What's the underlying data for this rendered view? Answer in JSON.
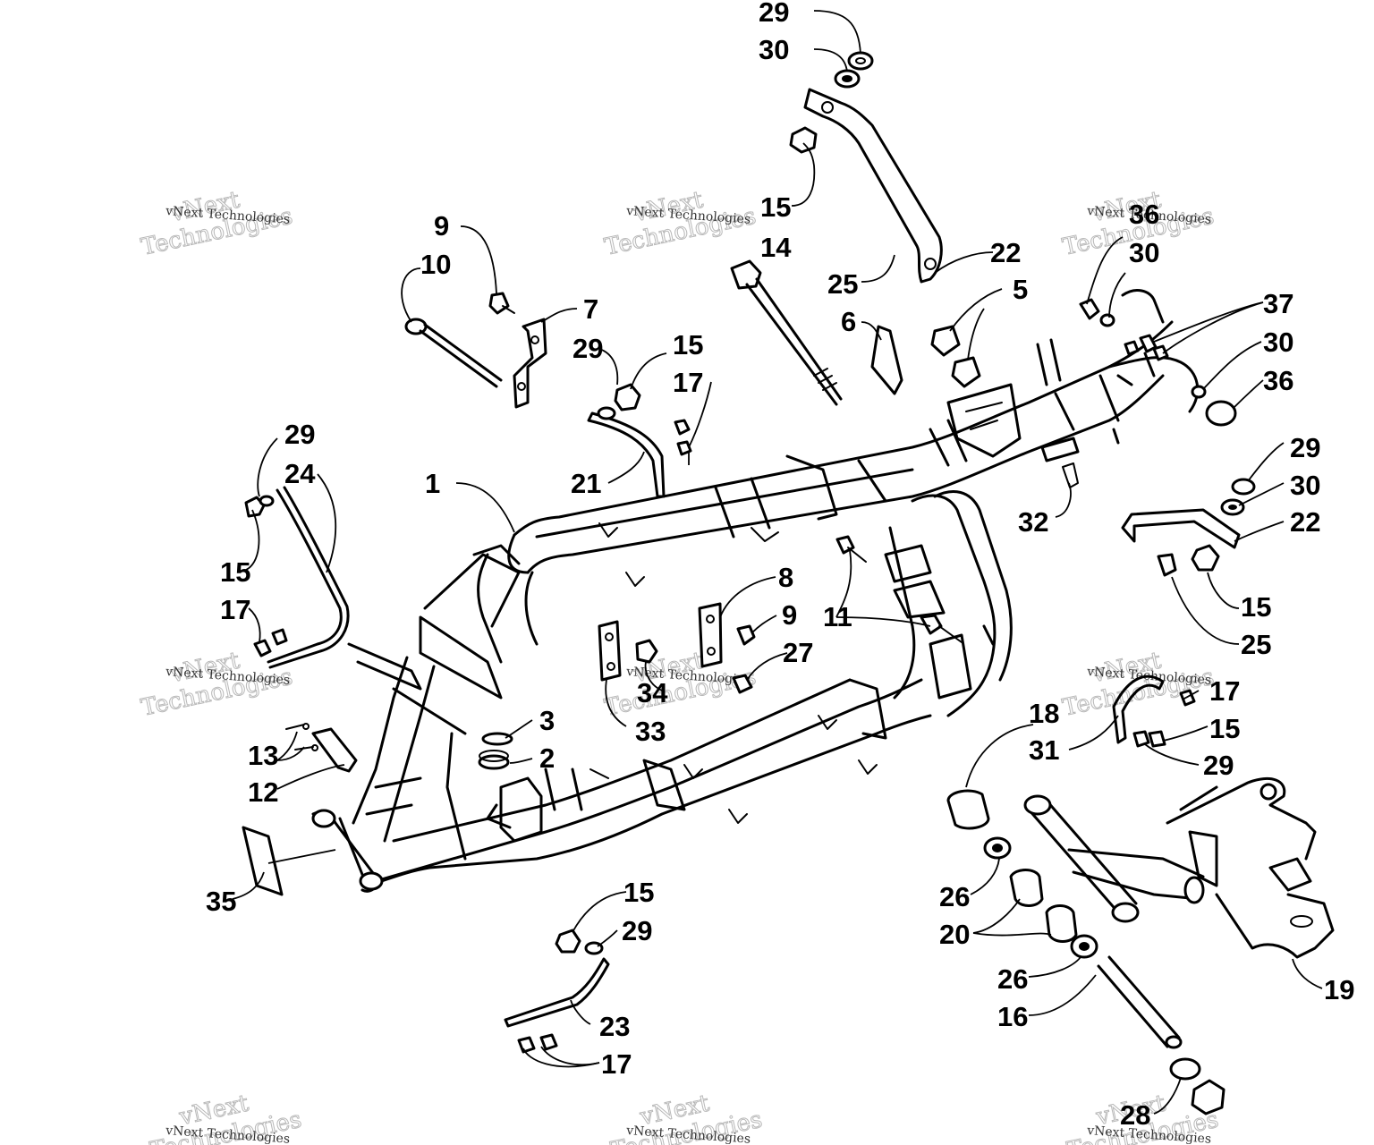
{
  "callouts": [
    {
      "id": "c-29-a",
      "label": "29"
    },
    {
      "id": "c-30-a",
      "label": "30"
    },
    {
      "id": "c-15-a",
      "label": "15"
    },
    {
      "id": "c-14",
      "label": "14"
    },
    {
      "id": "c-22-a",
      "label": "22"
    },
    {
      "id": "c-25-a",
      "label": "25"
    },
    {
      "id": "c-6",
      "label": "6"
    },
    {
      "id": "c-5",
      "label": "5"
    },
    {
      "id": "c-9-a",
      "label": "9"
    },
    {
      "id": "c-10",
      "label": "10"
    },
    {
      "id": "c-7",
      "label": "7"
    },
    {
      "id": "c-29-b",
      "label": "29"
    },
    {
      "id": "c-15-b",
      "label": "15"
    },
    {
      "id": "c-17-a",
      "label": "17"
    },
    {
      "id": "c-21",
      "label": "21"
    },
    {
      "id": "c-1",
      "label": "1"
    },
    {
      "id": "c-29-c",
      "label": "29"
    },
    {
      "id": "c-24",
      "label": "24"
    },
    {
      "id": "c-15-c",
      "label": "15"
    },
    {
      "id": "c-17-b",
      "label": "17"
    },
    {
      "id": "c-36-a",
      "label": "36"
    },
    {
      "id": "c-30-b",
      "label": "30"
    },
    {
      "id": "c-37",
      "label": "37"
    },
    {
      "id": "c-30-c",
      "label": "30"
    },
    {
      "id": "c-36-b",
      "label": "36"
    },
    {
      "id": "c-29-d",
      "label": "29"
    },
    {
      "id": "c-30-d",
      "label": "30"
    },
    {
      "id": "c-22-b",
      "label": "22"
    },
    {
      "id": "c-32",
      "label": "32"
    },
    {
      "id": "c-15-d",
      "label": "15"
    },
    {
      "id": "c-25-b",
      "label": "25"
    },
    {
      "id": "c-8",
      "label": "8"
    },
    {
      "id": "c-9-b",
      "label": "9"
    },
    {
      "id": "c-11",
      "label": "11"
    },
    {
      "id": "c-27",
      "label": "27"
    },
    {
      "id": "c-34",
      "label": "34"
    },
    {
      "id": "c-33",
      "label": "33"
    },
    {
      "id": "c-3",
      "label": "3"
    },
    {
      "id": "c-2",
      "label": "2"
    },
    {
      "id": "c-13",
      "label": "13"
    },
    {
      "id": "c-12",
      "label": "12"
    },
    {
      "id": "c-35",
      "label": "35"
    },
    {
      "id": "c-18",
      "label": "18"
    },
    {
      "id": "c-17-c",
      "label": "17"
    },
    {
      "id": "c-31",
      "label": "31"
    },
    {
      "id": "c-15-e",
      "label": "15"
    },
    {
      "id": "c-29-e",
      "label": "29"
    },
    {
      "id": "c-15-f",
      "label": "15"
    },
    {
      "id": "c-29-f",
      "label": "29"
    },
    {
      "id": "c-23",
      "label": "23"
    },
    {
      "id": "c-17-d",
      "label": "17"
    },
    {
      "id": "c-26-a",
      "label": "26"
    },
    {
      "id": "c-20",
      "label": "20"
    },
    {
      "id": "c-26-b",
      "label": "26"
    },
    {
      "id": "c-16",
      "label": "16"
    },
    {
      "id": "c-19",
      "label": "19"
    },
    {
      "id": "c-28",
      "label": "28"
    }
  ],
  "watermark": {
    "line": "vNext Technologies",
    "big_1": "vNext",
    "big_2": "Technologies"
  }
}
